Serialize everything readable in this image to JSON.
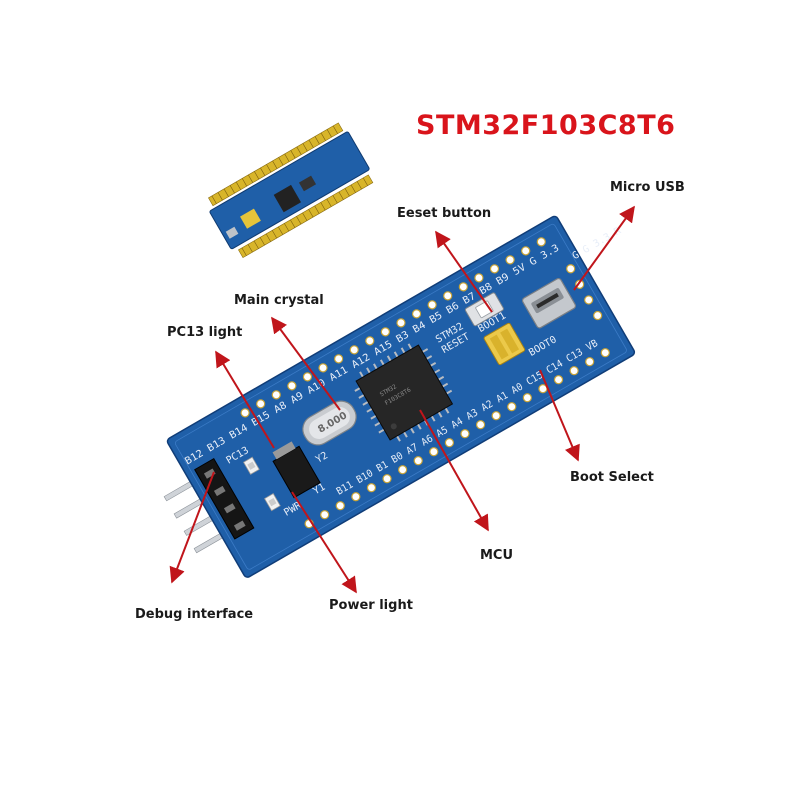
{
  "title": "STM32F103C8T6",
  "colors": {
    "title": "#d9141b",
    "arrow": "#c0151b",
    "pcb": "#1f5fa8",
    "header": "#e5c43a"
  },
  "board": {
    "top_pins": "B12 B13 B14 B15 A8 A9 A10 A11 A12 A15 B3 B4 B5 B6 B7 B8 B9 5V G 3.3",
    "bottom_pins": "B11 B10 B1 B0 A7 A6 A5 A4 A3 A2 A1 A0 C15 C14 C13 VB",
    "right_pins": "G G 3.3 R",
    "stm32_label": "STM32",
    "reset_label": "RESET",
    "boot1_label": "BOOT1",
    "boot0_label": "BOOT0",
    "pc13_label": "PC13",
    "pwr_label": "PWR",
    "crystal_label": "8.000",
    "y2_label": "Y2",
    "y1_label": "Y1",
    "chip_lines": [
      "STM32",
      "F103C8T6"
    ]
  },
  "labels": {
    "micro_usb": "Micro USB",
    "reset_button": "Eeset button",
    "main_crystal": "Main crystal",
    "pc13_light": "PC13 light",
    "boot_select": "Boot Select",
    "mcu": "MCU",
    "debug_interface": "Debug interface",
    "power_light": "Power light"
  }
}
